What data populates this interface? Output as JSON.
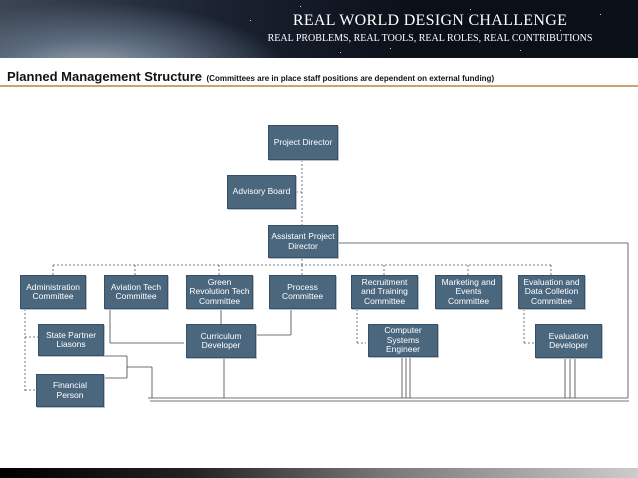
{
  "banner": {
    "title": "REAL WORLD DESIGN CHALLENGE",
    "subtitle": "REAL PROBLEMS, REAL TOOLS, REAL ROLES, REAL CONTRIBUTIONS"
  },
  "heading": {
    "title": "Planned Management Structure",
    "note": "(Committees are in place staff positions are dependent on external funding)"
  },
  "org_chart": {
    "project_director": "Project Director",
    "advisory_board": "Advisory Board",
    "assistant_project_director": "Assistant Project Director",
    "committees": [
      "Administration Committee",
      "Aviation Tech Committee",
      "Green Revolution Tech Committee",
      "Process Committee",
      "Recruitment and Training Committee",
      "Marketing and Events Committee",
      "Evaluation and Data Colletion Committee"
    ],
    "staff": {
      "state_partner_liaisons": "State Partner Liasons",
      "financial_person": "Financial Person",
      "curriculum_developer": "Curriculum Developer",
      "computer_systems_engineer": "Computer Systems Engineer",
      "evaluation_developer": "Evaluation Developer"
    }
  },
  "colors": {
    "box_fill": "#4a677e",
    "box_text": "#ffffff",
    "rule": "#c3a673"
  }
}
